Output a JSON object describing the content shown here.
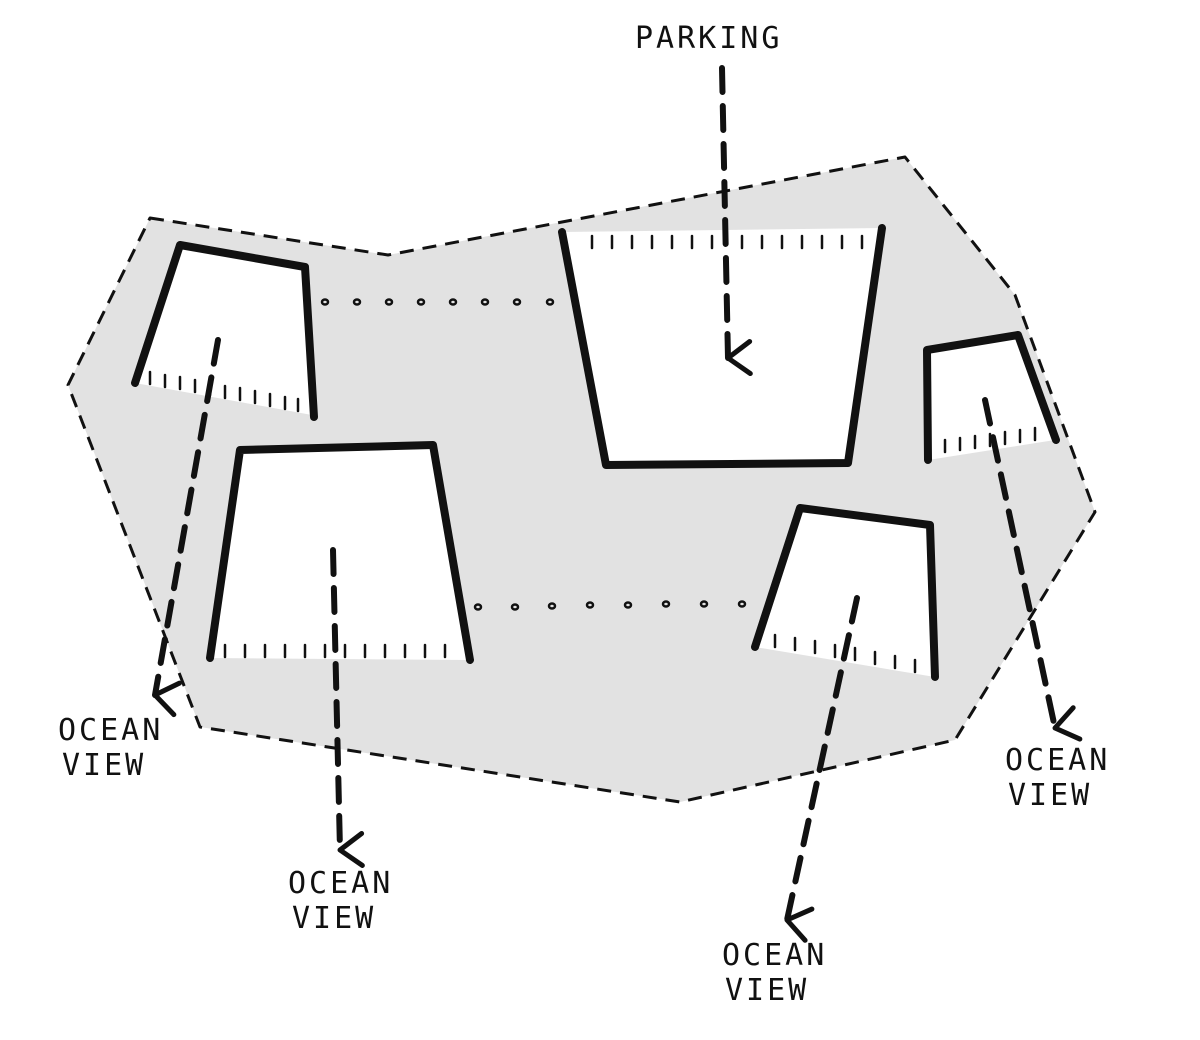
{
  "labels": {
    "parking": "PARKING",
    "ocean_view_line1": "OCEAN",
    "ocean_view_line2": "VIEW"
  },
  "colors": {
    "site": "#e2e2e2",
    "ink": "#111111",
    "building": "#ffffff"
  }
}
